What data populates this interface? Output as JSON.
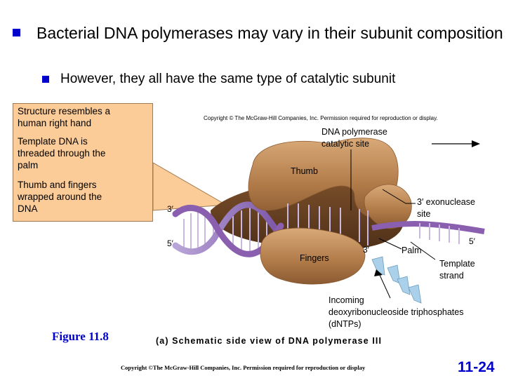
{
  "bullets": {
    "main": "Bacterial DNA polymerases may vary in their subunit composition",
    "sub": "However, they all have the same type of catalytic subunit"
  },
  "callout": {
    "lines": [
      "Structure resembles a",
      "human right hand",
      "Template DNA is",
      "threaded through the",
      "palm",
      "Thumb and fingers",
      "wrapped around the",
      "DNA"
    ]
  },
  "figure": {
    "copyright_top": "Copyright © The McGraw-Hill Companies, Inc. Permission required for reproduction or display.",
    "labels": {
      "catalytic": "DNA polymerase\ncatalytic site",
      "thumb": "Thumb",
      "exonuclease": "3′ exonuclease\nsite",
      "fingers": "Fingers",
      "palm": "Palm",
      "template": "Template\nstrand",
      "incoming": "Incoming\ndeoxyribonucleoside triphosphates\n(dNTPs)"
    },
    "primes": {
      "left_top": "3′",
      "left_bottom": "5′",
      "right_5": "5′",
      "right_3": "3′"
    },
    "number": "Figure 11.8",
    "caption": "(a) Schematic side view of DNA polymerase III"
  },
  "footer": {
    "copyright": "Copyright ©The McGraw-Hill Companies, Inc. Permission required for reproduction or display",
    "page": "11-24"
  },
  "colors": {
    "bullet": "#0000cc",
    "callout_bg": "#fccc98",
    "enzyme": "#b88450",
    "dna_strand": "#8a5fb0"
  }
}
